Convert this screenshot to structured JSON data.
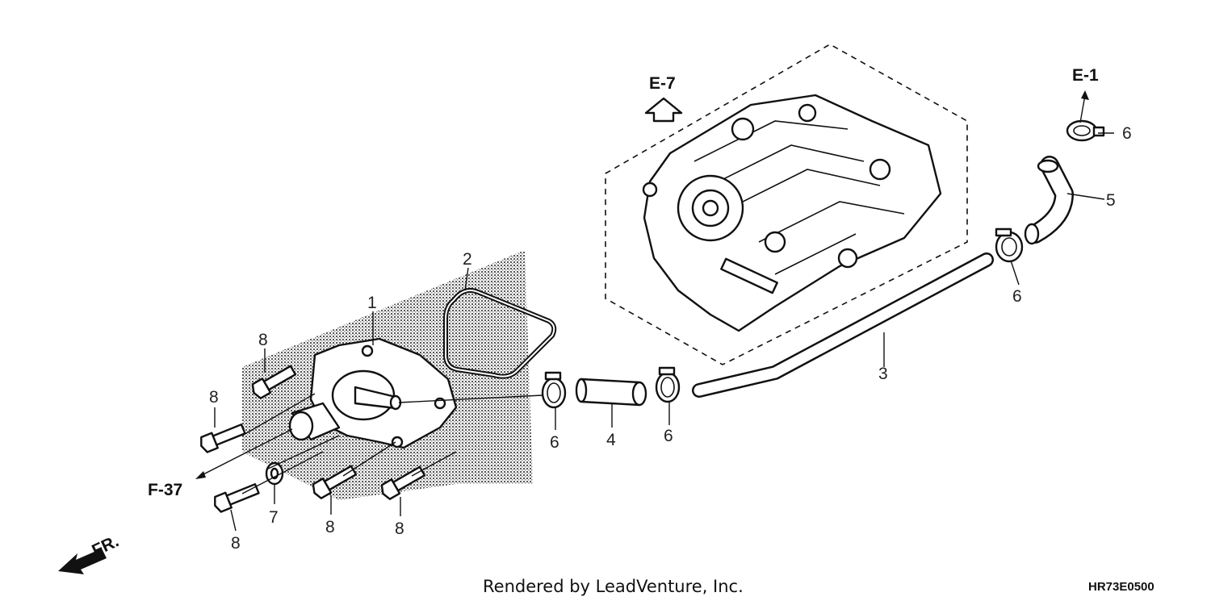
{
  "refs": {
    "e7": "E-7",
    "e1": "E-1",
    "f37": "F-37",
    "fr": "FR."
  },
  "callouts": {
    "c1": "1",
    "c2": "2",
    "c3": "3",
    "c4": "4",
    "c5": "5",
    "c6a": "6",
    "c6b": "6",
    "c6c": "6",
    "c6d": "6",
    "c7": "7",
    "c8a": "8",
    "c8b": "8",
    "c8c": "8",
    "c8d": "8",
    "c8e": "8"
  },
  "footer": {
    "credit": "Rendered by LeadVenture, Inc.",
    "code": "HR73E0500"
  }
}
